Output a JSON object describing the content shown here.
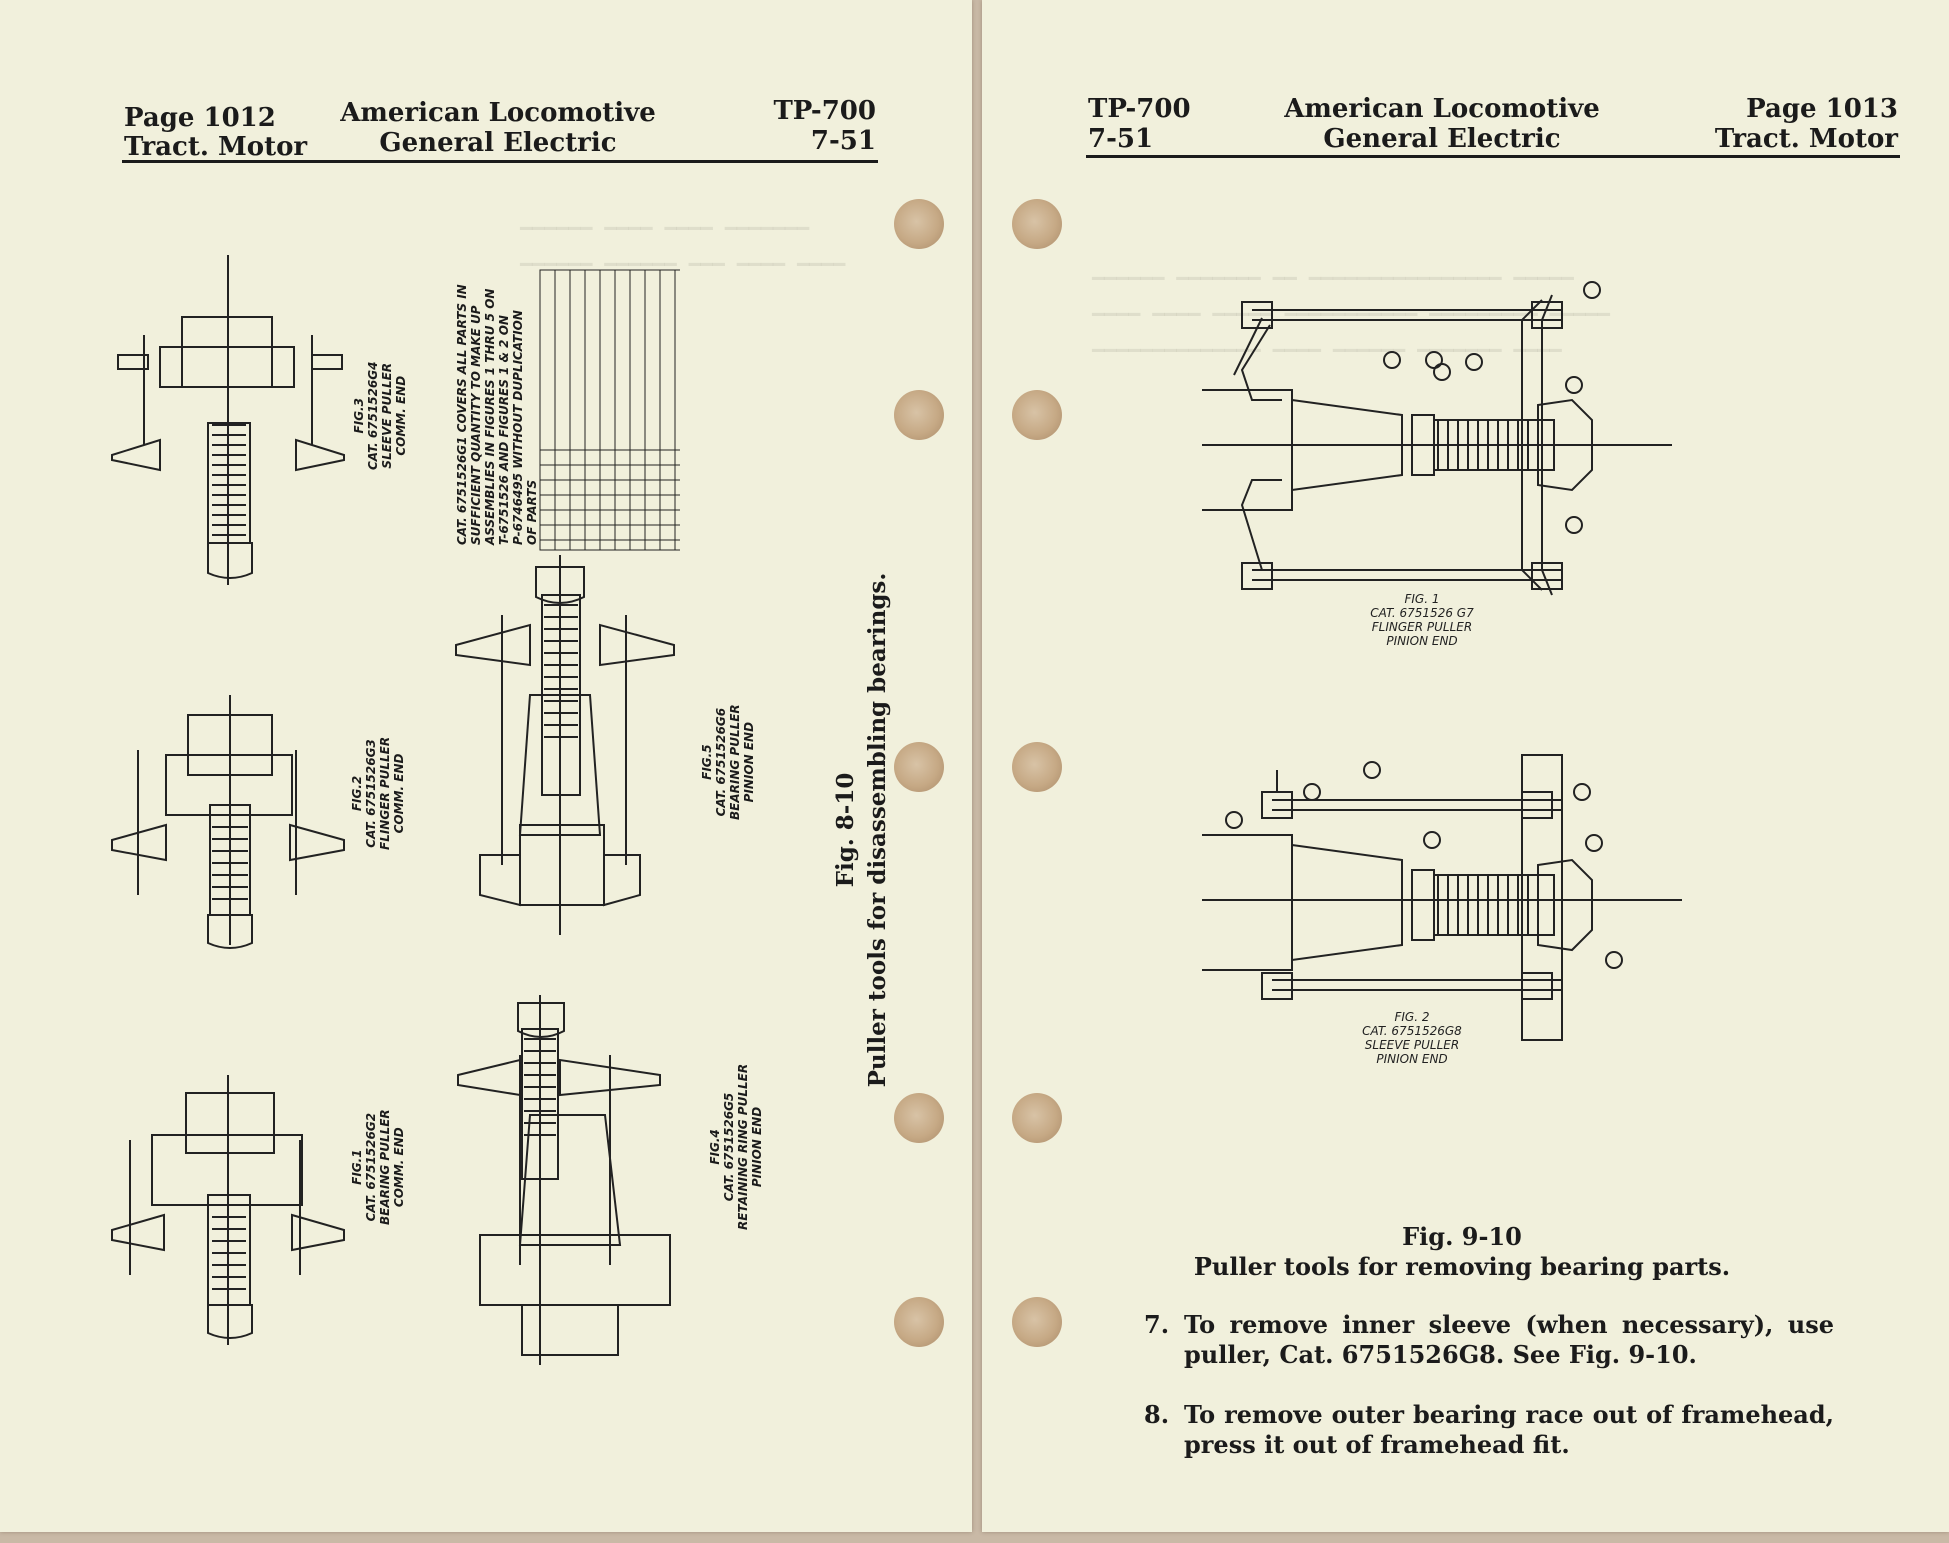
{
  "left_page": {
    "header": {
      "page_label": "Page 1012",
      "section": "Tract. Motor",
      "company_line1": "American Locomotive",
      "company_line2": "General Electric",
      "doc_number": "TP-700",
      "date": "7-51"
    },
    "figure_caption": {
      "number": "Fig. 8-10",
      "title": "Puller tools for disassembling bearings."
    },
    "sub_figures": [
      {
        "label": "FIG.3",
        "cat": "CAT. 6751526G4",
        "name": "SLEEVE PULLER",
        "end": "COMM. END"
      },
      {
        "label": "FIG.2",
        "cat": "CAT. 6751526G3",
        "name": "FLINGER PULLER",
        "end": "COMM. END"
      },
      {
        "label": "FIG.1",
        "cat": "CAT. 6751526G2",
        "name": "BEARING PULLER",
        "end": "COMM. END"
      },
      {
        "label": "FIG.5",
        "cat": "CAT. 6751526G6",
        "name": "BEARING PULLER",
        "end": "PINION END"
      },
      {
        "label": "FIG.4",
        "cat": "CAT. 6751526G5",
        "name": "RETAINING RING PULLER",
        "end": "PINION END"
      }
    ],
    "cat_note": [
      "CAT. 6751526G1 COVERS ALL PARTS IN",
      "SUFFICIENT QUANTITY TO MAKE UP",
      "ASSEMBLIES IN FIGURES 1 THRU 5 ON",
      "T-6751526 AND FIGURES 1 & 2 ON",
      "P-6746495 WITHOUT DUPLICATION",
      "OF PARTS"
    ]
  },
  "right_page": {
    "header": {
      "doc_number": "TP-700",
      "date": "7-51",
      "company_line1": "American Locomotive",
      "company_line2": "General Electric",
      "page_label": "Page 1013",
      "section": "Tract. Motor"
    },
    "sub_figures": [
      {
        "label": "FIG. 1",
        "cat": "CAT. 6751526 G7",
        "name": "FLINGER PULLER",
        "end": "PINION END"
      },
      {
        "label": "FIG. 2",
        "cat": "CAT. 6751526G8",
        "name": "SLEEVE PULLER",
        "end": "PINION END"
      }
    ],
    "figure_caption": {
      "number": "Fig. 9-10",
      "title": "Puller tools for removing bearing parts."
    },
    "steps": [
      {
        "number": "7.",
        "text": "To remove inner sleeve (when necessary), use puller, Cat. 6751526G8. See Fig. 9-10."
      },
      {
        "number": "8.",
        "text": "To remove outer bearing race out of framehead, press it out of framehead fit."
      }
    ]
  }
}
